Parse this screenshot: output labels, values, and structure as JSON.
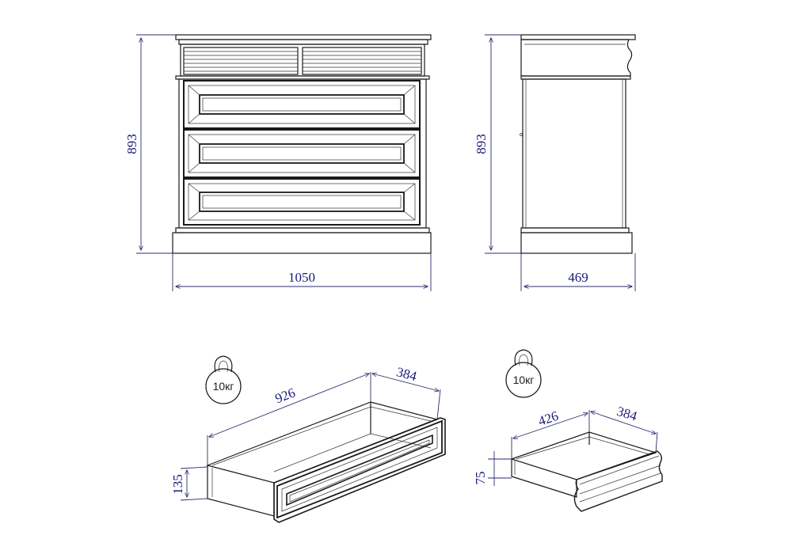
{
  "dimensions": {
    "front_height": "893",
    "front_width": "1050",
    "side_height": "893",
    "side_depth": "469",
    "large_drawer_length": "926",
    "large_drawer_depth": "384",
    "large_drawer_height": "135",
    "small_drawer_length": "426",
    "small_drawer_depth": "384",
    "small_drawer_height": "75"
  },
  "weights": {
    "large_drawer": "10кг",
    "small_drawer": "10кг"
  },
  "colors": {
    "dimension": "#1a1a7a",
    "outline": "#1a1a1a"
  },
  "icons": {
    "weight": "kettlebell-icon"
  }
}
